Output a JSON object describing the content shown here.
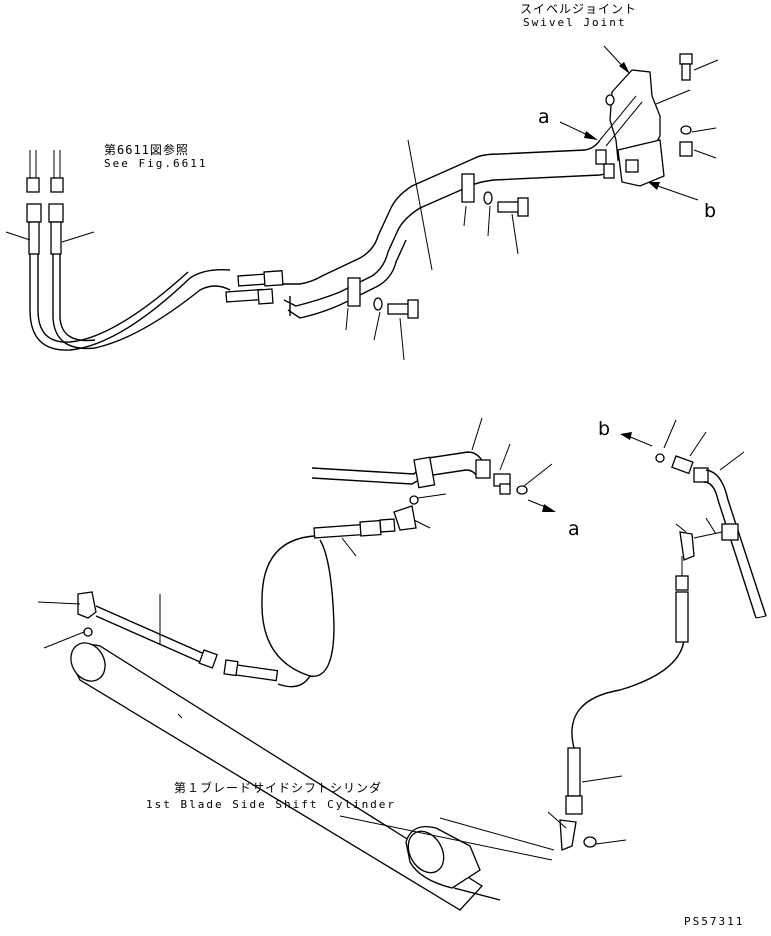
{
  "labels": {
    "swivel_joint_ja": "スイベルジョイント",
    "swivel_joint_en": "Swivel Joint",
    "see_fig_ja": "第6611図参照",
    "see_fig_en": "See Fig.6611",
    "cylinder_ja": "第１ブレードサイドシフトシリンダ",
    "cylinder_en": "1st Blade Side Shift Cylinder",
    "marker_a_top": "a",
    "marker_b_top": "b",
    "marker_a_bottom": "a",
    "marker_b_bottom": "b",
    "drawing_number": "PS57311"
  }
}
